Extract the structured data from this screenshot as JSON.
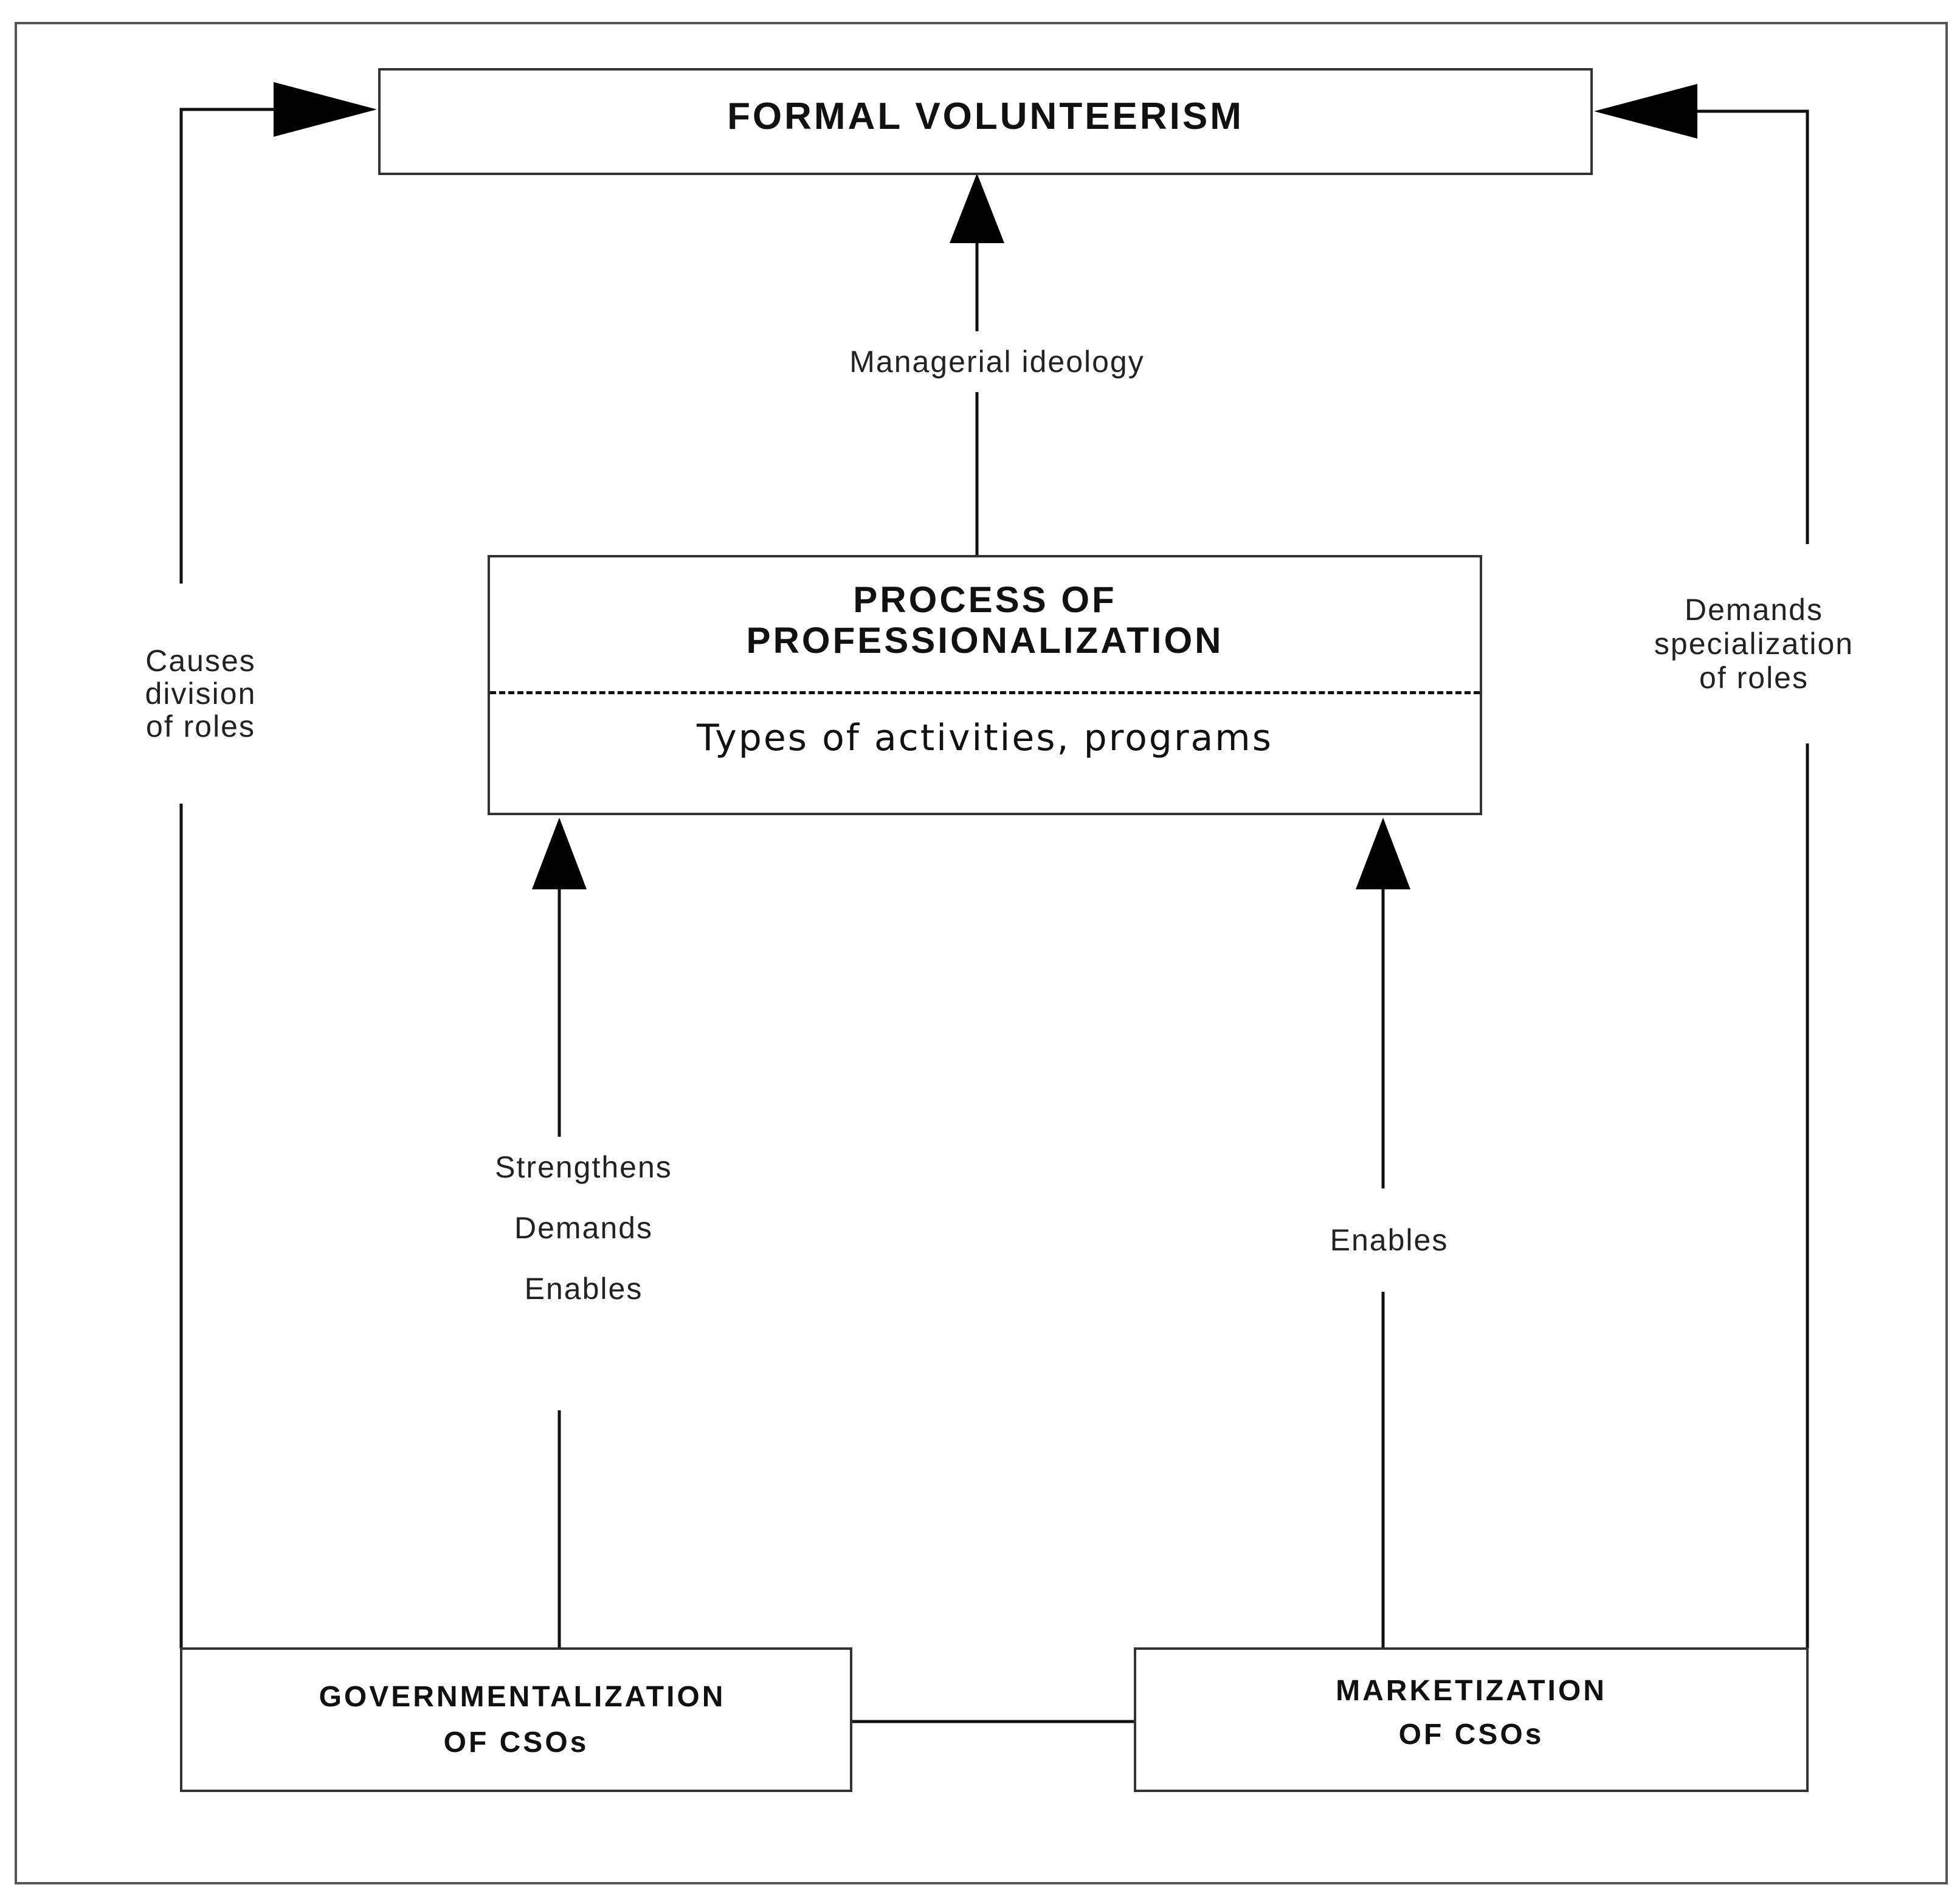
{
  "nodes": {
    "formal_volunteerism": "FORMAL VOLUNTEERISM",
    "professionalization": {
      "title_line1": "PROCESS OF",
      "title_line2": "PROFESSIONALIZATION",
      "subtitle": "Types of activities, programs"
    },
    "governmentalization": {
      "line1": "GOVERNMENTALIZATION",
      "line2": "OF CSOs"
    },
    "marketization": {
      "line1": "MARKETIZATION",
      "line2": "OF CSOs"
    }
  },
  "edge_labels": {
    "managerial_ideology": "Managerial ideology",
    "causes_division": [
      "Causes",
      "division",
      "of roles"
    ],
    "demands_specialization": [
      "Demands",
      "specialization",
      "of roles"
    ],
    "gov_to_process": [
      "Strengthens",
      "Demands",
      "Enables"
    ],
    "market_to_process": "Enables"
  }
}
